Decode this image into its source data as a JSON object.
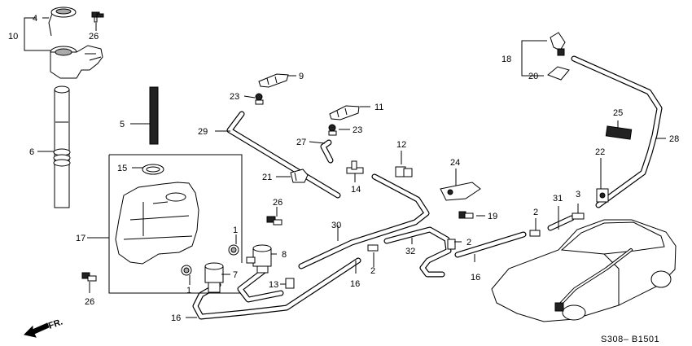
{
  "diagram_code": "S308– B1501",
  "direction_label": "FR.",
  "callouts": [
    "1",
    "2",
    "3",
    "4",
    "5",
    "6",
    "7",
    "8",
    "9",
    "10",
    "11",
    "12",
    "13",
    "14",
    "15",
    "16",
    "17",
    "18",
    "19",
    "20",
    "21",
    "22",
    "23",
    "24",
    "25",
    "26",
    "27",
    "28",
    "29",
    "30",
    "31",
    "32"
  ]
}
